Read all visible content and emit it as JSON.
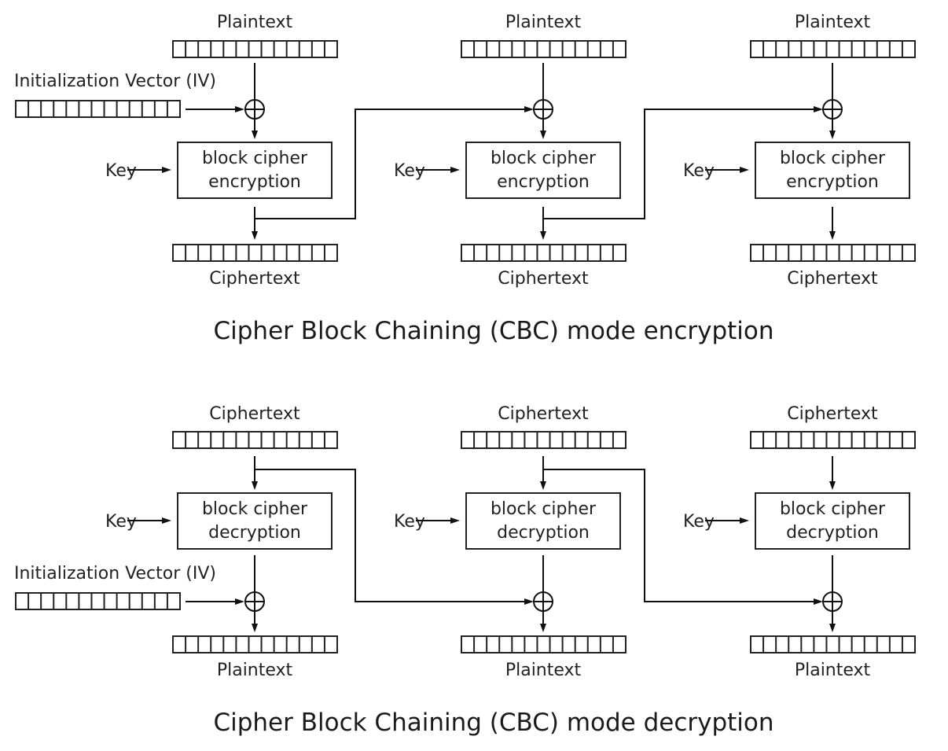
{
  "diagram": {
    "colors": {
      "line": "#111111",
      "text": "#222222",
      "background": "#ffffff"
    },
    "register_cells": 13,
    "encryption": {
      "title": "Cipher Block Chaining (CBC) mode encryption",
      "iv_label": "Initialization Vector (IV)",
      "blocks": [
        {
          "input_label": "Plaintext",
          "key_label": "Key",
          "cipher_line1": "block cipher",
          "cipher_line2": "encryption",
          "output_label": "Ciphertext"
        },
        {
          "input_label": "Plaintext",
          "key_label": "Key",
          "cipher_line1": "block cipher",
          "cipher_line2": "encryption",
          "output_label": "Ciphertext"
        },
        {
          "input_label": "Plaintext",
          "key_label": "Key",
          "cipher_line1": "block cipher",
          "cipher_line2": "encryption",
          "output_label": "Ciphertext"
        }
      ]
    },
    "decryption": {
      "title": "Cipher Block Chaining (CBC) mode decryption",
      "iv_label": "Initialization Vector (IV)",
      "blocks": [
        {
          "input_label": "Ciphertext",
          "key_label": "Key",
          "cipher_line1": "block cipher",
          "cipher_line2": "decryption",
          "output_label": "Plaintext"
        },
        {
          "input_label": "Ciphertext",
          "key_label": "Key",
          "cipher_line1": "block cipher",
          "cipher_line2": "decryption",
          "output_label": "Plaintext"
        },
        {
          "input_label": "Ciphertext",
          "key_label": "Key",
          "cipher_line1": "block cipher",
          "cipher_line2": "decryption",
          "output_label": "Plaintext"
        }
      ]
    }
  }
}
